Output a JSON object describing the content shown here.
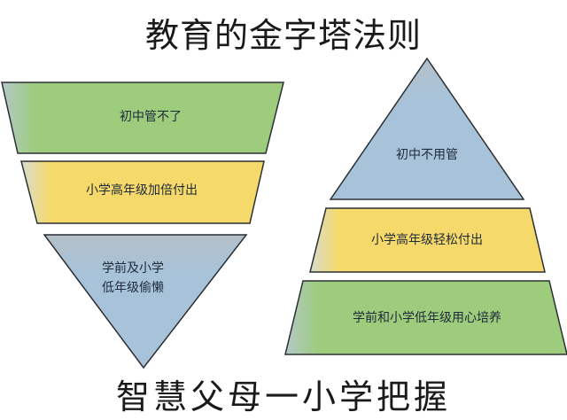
{
  "title": "教育的金字塔法则",
  "colors": {
    "green": "#9ccc7c",
    "yellow": "#f5d96a",
    "blue": "#a7c2d9",
    "outline": "#2b2f33"
  },
  "left_pyramid": {
    "orientation": "inverted",
    "layers": [
      {
        "label": "初中管不了",
        "color": "green"
      },
      {
        "label": "小学高年级加倍付出",
        "color": "yellow"
      },
      {
        "label_line1": "学前及小学",
        "label_line2": "低年级偷懒",
        "color": "blue"
      }
    ]
  },
  "right_pyramid": {
    "orientation": "upright",
    "layers": [
      {
        "label": "初中不用管",
        "color": "blue"
      },
      {
        "label": "小学高年级轻松付出",
        "color": "yellow"
      },
      {
        "label": "学前和小学低年级用心培养",
        "color": "green"
      }
    ]
  },
  "footer_partial": "智慧父母一小学把握"
}
